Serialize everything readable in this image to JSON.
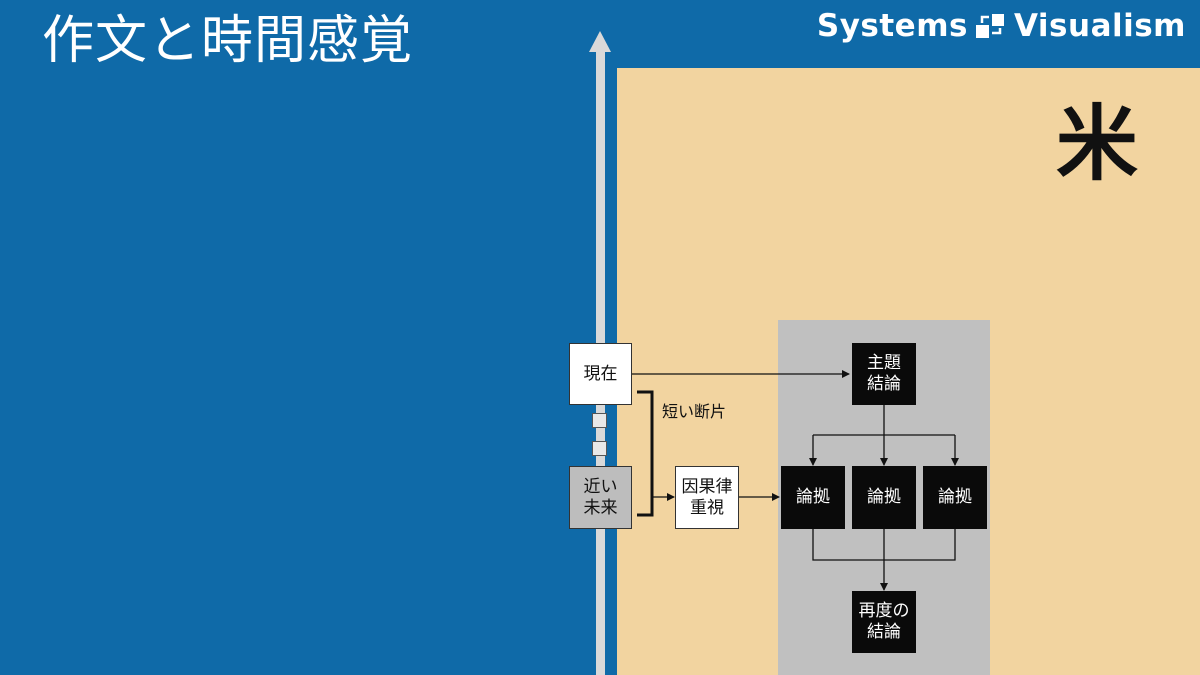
{
  "title": "作文と時間感覚",
  "brand": {
    "left": "Systems",
    "right": "Visualism"
  },
  "panel_label": "米",
  "timeline": {
    "present": "現在",
    "near_future_lines": [
      "近い",
      "未来"
    ],
    "bracket_note": "短い断片"
  },
  "flow": {
    "causality_lines": [
      "因果律",
      "重視"
    ],
    "thesis_lines": [
      "主題",
      "結論"
    ],
    "evidence": [
      "論拠",
      "論拠",
      "論拠"
    ],
    "restate_lines": [
      "再度の",
      "結論"
    ]
  },
  "colors": {
    "background_blue": "#0f6aa8",
    "panel_tan": "#f2d4a0",
    "zone_gray": "#c0c0c0",
    "timeline_axis": "#d9d9d9"
  }
}
